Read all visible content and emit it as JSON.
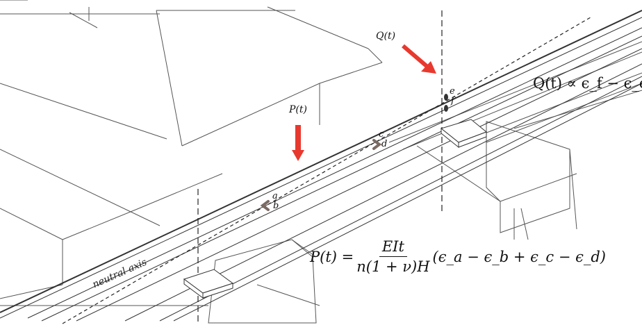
{
  "labels": {
    "Q_label": "Q(t)",
    "P_label": "P(t)",
    "e": "e",
    "f": "f",
    "c": "c",
    "d": "d",
    "a": "a",
    "b": "b",
    "neutral_axis": "neutral axis"
  },
  "equations": {
    "Q_eq": "Q(t) ∝ ϵ_f − ϵ_e",
    "P_lhs": "P(t) =",
    "P_num": "EIt",
    "P_den": "n(1 + ν)H",
    "P_rhs": "(ϵ_a − ϵ_b + ϵ_c − ϵ_d)"
  },
  "colors": {
    "load_arrow": "#e8392e",
    "gauge": "#7a6a63",
    "line": "#333333"
  }
}
